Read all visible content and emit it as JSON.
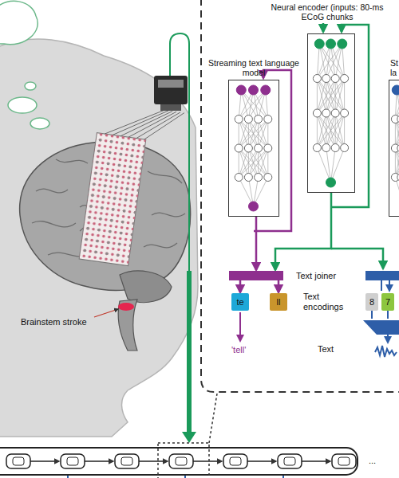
{
  "diagram": {
    "nodes": [
      {
        "text": [
          "Streaming text language model"
        ]
      },
      {
        "text": [
          "Neural encoder (inputs: 80-ms ECoG chunks"
        ]
      },
      {
        "text": [
          "St la"
        ]
      },
      {
        "text": [
          "Text joiner"
        ]
      },
      {
        "text": [
          "te"
        ]
      },
      {
        "text": [
          "ll"
        ]
      },
      {
        "text": [
          "8"
        ]
      },
      {
        "text": [
          "7"
        ]
      }
    ],
    "edges": [
      {
        "from": 0,
        "to": 3,
        "arrow": "to"
      },
      {
        "from": 1,
        "to": 3,
        "arrow": "to"
      },
      {
        "from": 3,
        "to": 4,
        "arrow": "to"
      },
      {
        "from": 3,
        "to": 5,
        "arrow": "to"
      }
    ],
    "labels": [
      "Brainstem stroke",
      "Text encodings",
      "'tell'",
      "Text",
      "..."
    ]
  }
}
